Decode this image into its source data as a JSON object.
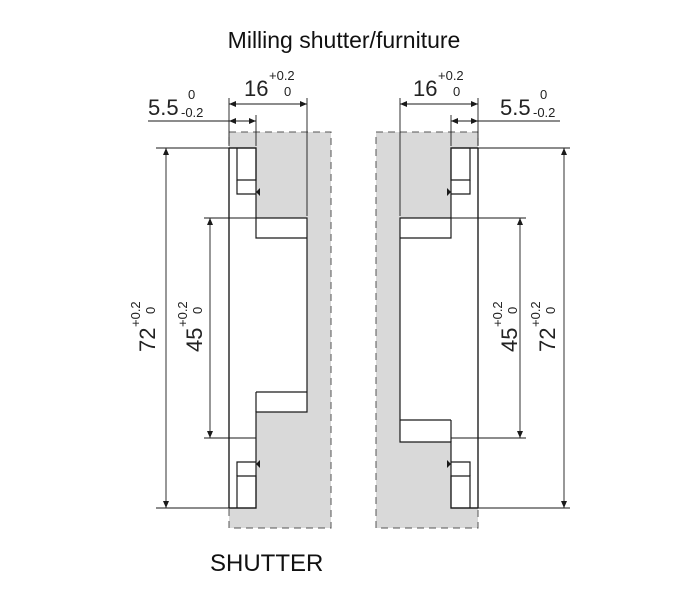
{
  "title": "Milling shutter/furniture",
  "bottom_label": "SHUTTER",
  "dimensions": {
    "width_16": {
      "base": "16",
      "upper": "+0.2",
      "lower": "0"
    },
    "offset_5_5": {
      "base": "5.5",
      "upper": "0",
      "lower": "-0.2"
    },
    "height_72": {
      "base": "72",
      "upper": "+0.2",
      "lower": "0"
    },
    "height_45": {
      "base": "45",
      "upper": "+0.2",
      "lower": "0"
    }
  },
  "colors": {
    "line": "#1a1a1a",
    "fill": "#d9d9d9",
    "dashed_outline": "#555555",
    "background": "#ffffff"
  }
}
